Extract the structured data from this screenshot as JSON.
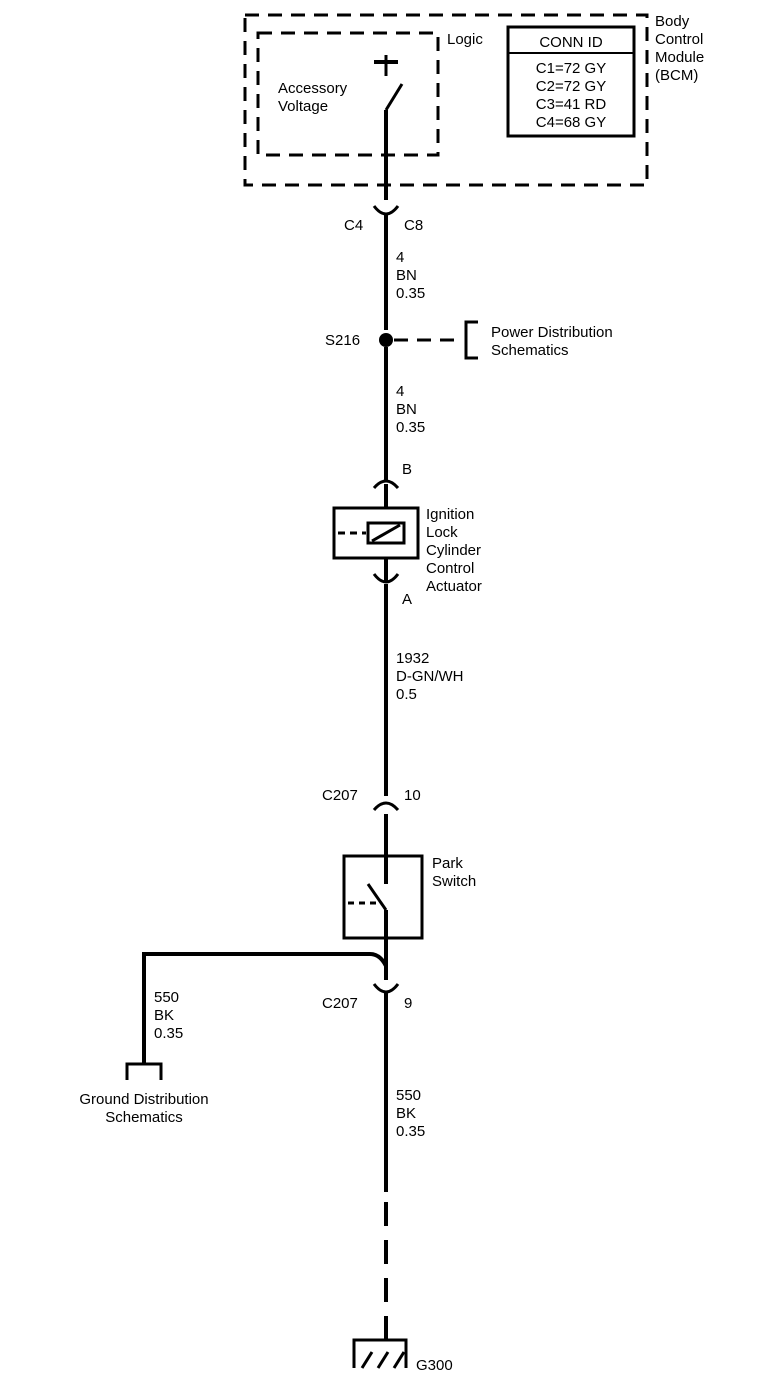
{
  "bcm": {
    "title_line1": "Body",
    "title_line2": "Control",
    "title_line3": "Module",
    "title_line4": "(BCM)",
    "logic_label": "Logic",
    "accessory_line1": "Accessory",
    "accessory_line2": "Voltage",
    "conn_table": {
      "header": "CONN ID",
      "rows": [
        "C1=72 GY",
        "C2=72 GY",
        "C3=41 RD",
        "C4=68 GY"
      ]
    }
  },
  "connector_top": {
    "left": "C4",
    "right": "C8"
  },
  "wire_1": {
    "circuit": "4",
    "color": "BN",
    "gauge": "0.35"
  },
  "splice": {
    "id": "S216",
    "ref_line1": "Power Distribution",
    "ref_line2": "Schematics"
  },
  "wire_2": {
    "circuit": "4",
    "color": "BN",
    "gauge": "0.35"
  },
  "actuator": {
    "pin_top": "B",
    "pin_bottom": "A",
    "name_lines": [
      "Ignition",
      "Lock",
      "Cylinder",
      "Control",
      "Actuator"
    ]
  },
  "wire_3": {
    "circuit": "1932",
    "color": "D-GN/WH",
    "gauge": "0.5"
  },
  "connector_c207_top": {
    "left": "C207",
    "right": "10"
  },
  "park_switch": {
    "line1": "Park",
    "line2": "Switch"
  },
  "connector_c207_bottom": {
    "left": "C207",
    "right": "9"
  },
  "wire_ground_branch": {
    "circuit": "550",
    "color": "BK",
    "gauge": "0.35"
  },
  "ground_ref": {
    "line1": "Ground Distribution",
    "line2": "Schematics"
  },
  "wire_4": {
    "circuit": "550",
    "color": "BK",
    "gauge": "0.35"
  },
  "ground": {
    "id": "G300"
  }
}
